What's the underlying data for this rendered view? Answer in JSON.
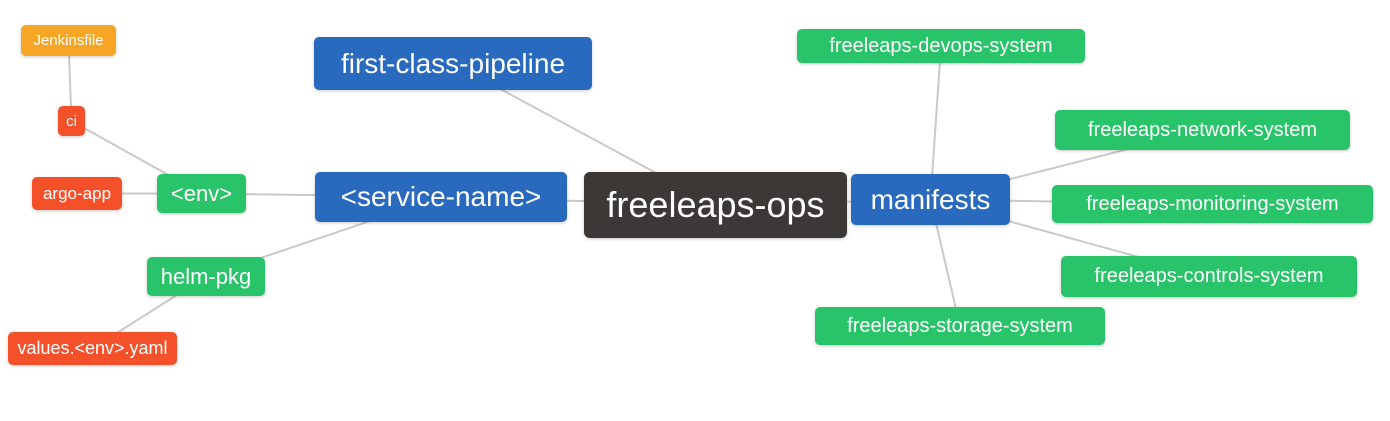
{
  "diagram": {
    "type": "mind-map",
    "root_label": "freeleaps-ops"
  },
  "colors": {
    "blue": "#2A6ABE",
    "green": "#29C469",
    "red": "#F4502A",
    "orange": "#F6A624",
    "dark": "#3B3835",
    "edge": "#C9C9C9",
    "text": "#FFFFFF",
    "background": "#FFFFFF"
  },
  "nodes": {
    "jenkinsfile": {
      "label": "Jenkinsfile",
      "color": "orange"
    },
    "ci": {
      "label": "ci",
      "color": "red"
    },
    "argo_app": {
      "label": "argo-app",
      "color": "red"
    },
    "env": {
      "label": "<env>",
      "color": "green"
    },
    "helm_pkg": {
      "label": "helm-pkg",
      "color": "green"
    },
    "values_env_yaml": {
      "label": "values.<env>.yaml",
      "color": "red"
    },
    "first_class_pipeline": {
      "label": "first-class-pipeline",
      "color": "blue"
    },
    "service_name": {
      "label": "<service-name>",
      "color": "blue"
    },
    "freeleaps_ops": {
      "label": "freeleaps-ops",
      "color": "dark"
    },
    "manifests": {
      "label": "manifests",
      "color": "blue"
    },
    "devops_system": {
      "label": "freeleaps-devops-system",
      "color": "green"
    },
    "network_system": {
      "label": "freeleaps-network-system",
      "color": "green"
    },
    "monitoring_system": {
      "label": "freeleaps-monitoring-system",
      "color": "green"
    },
    "controls_system": {
      "label": "freeleaps-controls-system",
      "color": "green"
    },
    "storage_system": {
      "label": "freeleaps-storage-system",
      "color": "green"
    }
  },
  "edges": [
    [
      "jenkinsfile",
      "ci"
    ],
    [
      "ci",
      "env"
    ],
    [
      "argo_app",
      "env"
    ],
    [
      "env",
      "service_name"
    ],
    [
      "values_env_yaml",
      "helm_pkg"
    ],
    [
      "helm_pkg",
      "service_name"
    ],
    [
      "service_name",
      "freeleaps_ops"
    ],
    [
      "first_class_pipeline",
      "freeleaps_ops"
    ],
    [
      "freeleaps_ops",
      "manifests"
    ],
    [
      "manifests",
      "devops_system"
    ],
    [
      "manifests",
      "network_system"
    ],
    [
      "manifests",
      "monitoring_system"
    ],
    [
      "manifests",
      "controls_system"
    ],
    [
      "manifests",
      "storage_system"
    ]
  ]
}
